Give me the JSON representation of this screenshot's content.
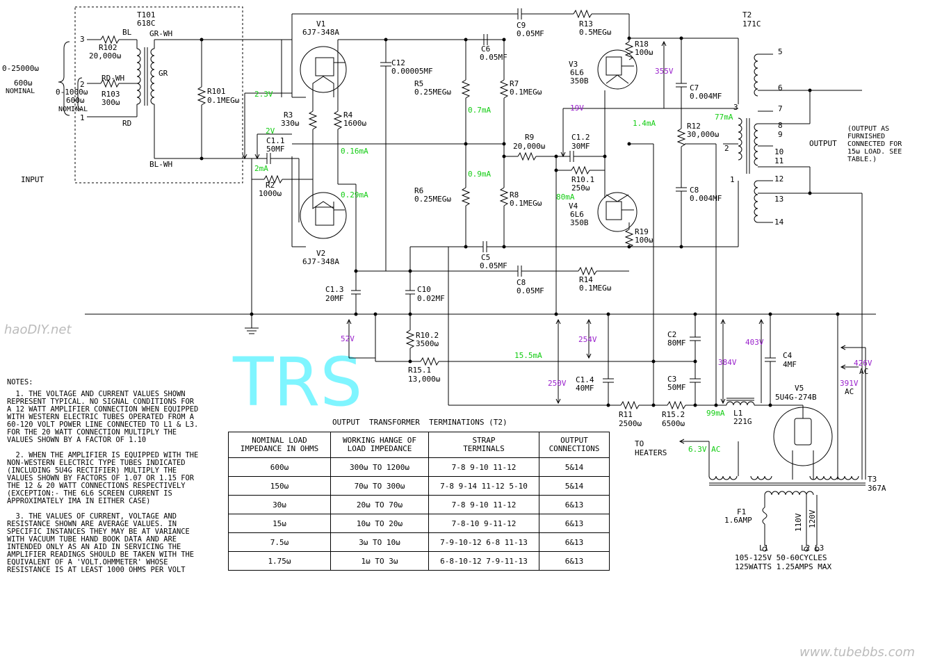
{
  "components": {
    "t101": {
      "ref": "T101",
      "type": "618C"
    },
    "t2": {
      "ref": "T2",
      "type": "171C"
    },
    "t3": {
      "ref": "T3",
      "type": "367A"
    },
    "v1": {
      "ref": "V1",
      "type": "6J7-348A"
    },
    "v2": {
      "ref": "V2",
      "type": "6J7-348A"
    },
    "v3": {
      "ref": "V3",
      "type": "6L6",
      "type2": "350B"
    },
    "v4": {
      "ref": "V4",
      "type": "6L6",
      "type2": "350B"
    },
    "v5": {
      "ref": "V5",
      "type": "5U4G-274B"
    },
    "r101": {
      "ref": "R101",
      "value": "0.1MEGω"
    },
    "r102": {
      "ref": "R102",
      "value": "20,000ω"
    },
    "r103": {
      "ref": "R103",
      "value": "300ω"
    },
    "r2": {
      "ref": "R2",
      "value": "1000ω"
    },
    "r3": {
      "ref": "R3",
      "value": "330ω"
    },
    "r4": {
      "ref": "R4",
      "value": "1600ω"
    },
    "r5": {
      "ref": "R5",
      "value": "0.25MEGω"
    },
    "r6": {
      "ref": "R6",
      "value": "0.25MEGω"
    },
    "r7": {
      "ref": "R7",
      "value": "0.1MEGω"
    },
    "r8": {
      "ref": "R8",
      "value": "0.1MEGω"
    },
    "r9": {
      "ref": "R9",
      "value": "20,000ω"
    },
    "r10_1": {
      "ref": "R10.1",
      "value": "250ω"
    },
    "r10_2": {
      "ref": "R10.2",
      "value": "3500ω"
    },
    "r11": {
      "ref": "R11",
      "value": "2500ω"
    },
    "r12": {
      "ref": "R12",
      "value": "30,000ω"
    },
    "r13": {
      "ref": "R13",
      "value": "0.5MEGω"
    },
    "r14": {
      "ref": "R14",
      "value": "0.1MEGω"
    },
    "r15_1": {
      "ref": "R15.1",
      "value": "13,000ω"
    },
    "r15_2": {
      "ref": "R15.2",
      "value": "6500ω"
    },
    "r18": {
      "ref": "R18",
      "value": "100ω"
    },
    "r19": {
      "ref": "R19",
      "value": "100ω"
    },
    "c1_1": {
      "ref": "C1.1",
      "value": "50MF"
    },
    "c1_2": {
      "ref": "C1.2",
      "value": "30MF"
    },
    "c1_3": {
      "ref": "C1.3",
      "value": "20MF"
    },
    "c1_4": {
      "ref": "C1.4",
      "value": "40MF"
    },
    "c2": {
      "ref": "C2",
      "value": "80MF"
    },
    "c3": {
      "ref": "C3",
      "value": "50MF"
    },
    "c4": {
      "ref": "C4",
      "value": "4MF"
    },
    "c5": {
      "ref": "C5",
      "value": "0.05MF"
    },
    "c6": {
      "ref": "C6",
      "value": "0.05MF"
    },
    "c7": {
      "ref": "C7",
      "value": "0.004MF"
    },
    "c8": {
      "ref": "C8",
      "value": "0.004MF"
    },
    "c8b": {
      "ref": "C8",
      "value": "0.05MF"
    },
    "c9": {
      "ref": "C9",
      "value": "0.05MF"
    },
    "c10": {
      "ref": "C10",
      "value": "0.02MF"
    },
    "c12": {
      "ref": "C12",
      "value": "0.00005MF"
    },
    "l1": {
      "ref": "L1",
      "value": "221G"
    },
    "f1": {
      "ref": "F1",
      "value": "1.6AMP"
    }
  },
  "labels": {
    "input": "INPUT",
    "output": "OUTPUT",
    "z_range_1": "0-25000ω",
    "z_nom_1": "600ω",
    "nominal_1": "NOMINAL",
    "z_range_2": "0-1000ω",
    "z_nom_2": "600ω",
    "nominal_2": "NOMINAL",
    "bl": "BL",
    "rd_wh": "RD-WH",
    "rd": "RD",
    "gr_wh": "GR-WH",
    "gr": "GR",
    "bl_wh": "BL-WH",
    "t101_pins": [
      "3",
      "2",
      "1"
    ],
    "t2_pins_left": [
      "3",
      "2",
      "1"
    ],
    "t2_pins_right": [
      "5",
      "6",
      "7",
      "8",
      "9",
      "10",
      "11",
      "12",
      "13",
      "14"
    ],
    "output_note": [
      "(OUTPUT AS",
      "FURNISHED",
      "CONNECTED FOR",
      "15ω LOAD. SEE",
      "TABLE.)"
    ],
    "to_heaters": [
      "TO",
      "HEATERS"
    ],
    "heater_v": "6.3V AC",
    "ac1": "AC",
    "ac2": "AC",
    "v110": "110V",
    "v120": "120V",
    "l_1": "L1",
    "l_2": "L2",
    "l_3": "L3",
    "mains_1": "105-125V 50-60CYCLES",
    "mains_2": "125WATTS 1.25AMPS MAX"
  },
  "measurements": {
    "green": {
      "v_2_3": "2.3V",
      "v_2": "2V",
      "i_2": "2mA",
      "i_0_16": "0.16mA",
      "i_0_29": "0.29mA",
      "i_0_7": "0.7mA",
      "i_0_9": "0.9mA",
      "i_1_4": "1.4mA",
      "i_77": "77mA",
      "i_80": "80mA",
      "i_15_5": "15.5mA",
      "i_99": "99mA"
    },
    "purple": {
      "v_355": "355V",
      "v_19": "19V",
      "v_52": "52V",
      "v_254": "254V",
      "v_250": "250V",
      "v_384": "384V",
      "v_403": "403V",
      "v_426": "426V",
      "v_391": "391V"
    }
  },
  "watermarks": {
    "big": "TRS",
    "site1": "haoDIY.net",
    "site2": "www.tubebbs.com"
  },
  "notes": {
    "title": "NOTES:",
    "items": [
      "  1. THE VOLTAGE AND CURRENT VALUES SHOWN\nREPRESENT TYPICAL. NO SIGNAL CONDITIONS FOR\nA 12 WATT AMPLIFIER CONNECTION WHEN EQUIPPED\nWITH WESTERN ELECTRIC TUBES OPERATED FROM A\n60-120 VOLT POWER LINE CONNECTED TO L1 & L3.\nFOR THE 20 WATT CONNECTION MULTIPLY THE\nVALUES SHOWN BY A FACTOR OF 1.10",
      "  2. WHEN THE AMPLIFIER IS EQUIPPED WITH THE\nNON-WESTERN ELECTRIC TYPE TUBES INDICATED\n(INCLUDING 5U4G RECTIFIER) MULTIPLY THE\nVALUES SHOWN BY FACTORS OF 1.07 OR 1.15 FOR\nTHE 12 & 20 WATT CONNECTIONS RESPECTIVELY\n(EXCEPTION:- THE 6L6 SCREEN CURRENT IS\nAPPROXIMATELY IMA IN EITHER CASE)",
      "  3. THE VALUES OF CURRENT, VOLTAGE AND\nRESISTANCE SHOWN ARE AVERAGE VALUES. IN\nSPECIFIC INSTANCES THEY MAY BE AT VARIANCE\nWITH VACUUM TUBE HAND BOOK DATA AND ARE\nINTENDED ONLY AS AN AID IN SERVICING THE\nAMPLIFIER READINGS SHOULD BE TAKEN WITH THE\nEQUIVALENT OF A 'VOLT.OHMMETER' WHOSE\nRESISTANCE IS AT LEAST 1000 OHMS PER VOLT"
    ]
  },
  "table": {
    "title": "OUTPUT  TRANSFORMER  TERMINATIONS (T2)",
    "headers": [
      "NOMINAL LOAD\nIMPEDANCE IN OHMS",
      "WORKING HANGE OF\nLOAD IMPEDANCE",
      "STRAP\nTERMINALS",
      "OUTPUT\nCONNECTIONS"
    ],
    "rows": [
      [
        "600ω",
        "300ω TO 1200ω",
        "7-8 9-10 11-12",
        "5&14"
      ],
      [
        "150ω",
        "70ω TO 300ω",
        "7-8 9-14 11-12 5-10",
        "5&14"
      ],
      [
        "30ω",
        "20ω TO 70ω",
        "7-8 9-10 11-12",
        "6&13"
      ],
      [
        "15ω",
        "10ω TO 20ω",
        "7-8-10 9-11-12",
        "6&13"
      ],
      [
        "7.5ω",
        "3ω TO 10ω",
        "7-9-10-12 6-8 11-13",
        "6&13"
      ],
      [
        "1.75ω",
        "1ω TO 3ω",
        "6-8-10-12 7-9-11-13",
        "6&13"
      ]
    ]
  }
}
